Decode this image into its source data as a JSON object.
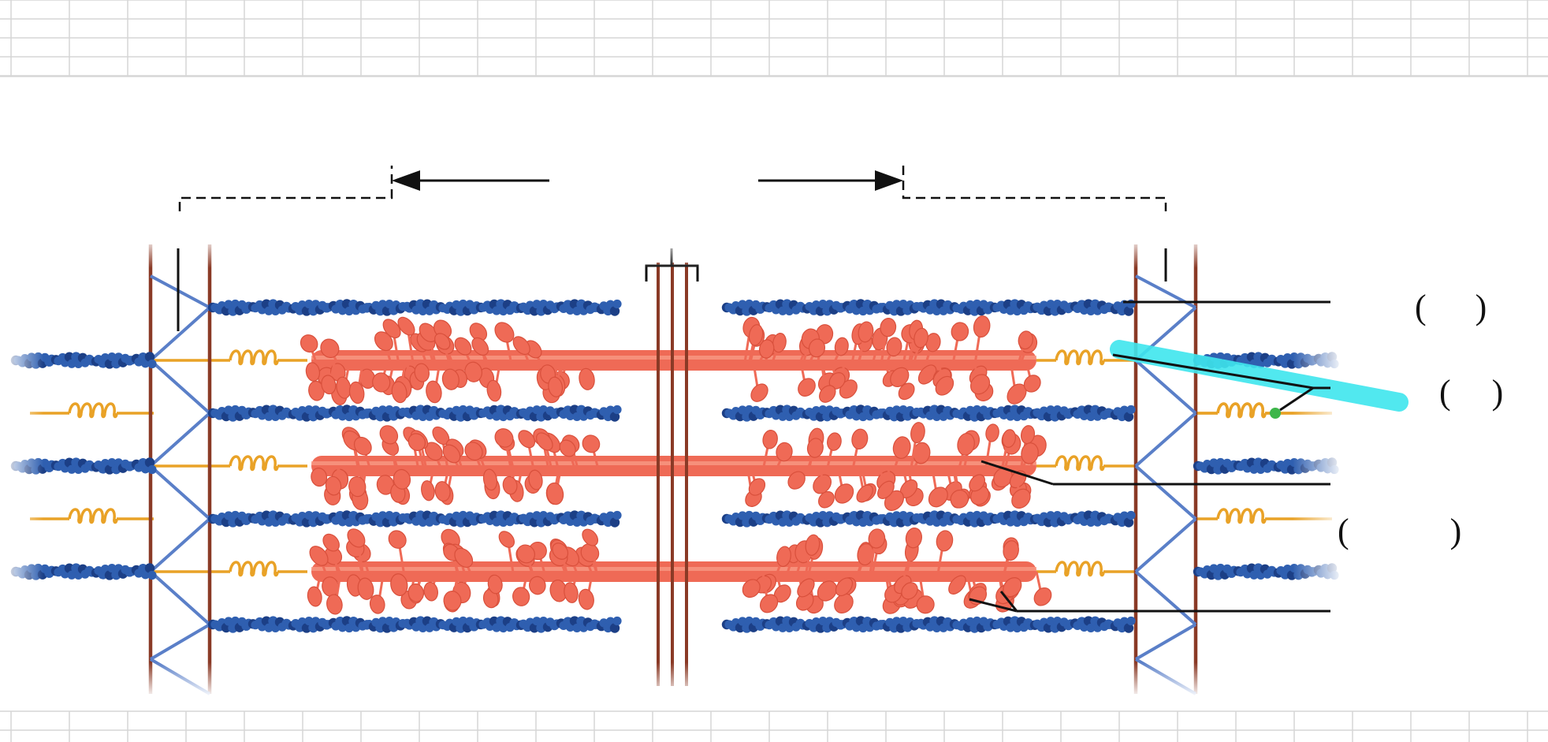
{
  "diagram": {
    "kind": "sarcomere-structure",
    "colors": {
      "background": "#ffffff",
      "grid": "#d6d6d6",
      "actin": "#2f5fb0",
      "actin_dark": "#1c3f86",
      "myosin": "#ef6a56",
      "myosin_light": "#f79a85",
      "titin": "#e9a227",
      "z_disc": "#8a3a26",
      "z_cross": "#5a7fc8",
      "leader_line": "#111111",
      "highlight": "#3fe6ee",
      "highlight_dot": "#3db64a"
    },
    "labels": {
      "right_label_1": {
        "open": "(",
        "close": ")"
      },
      "right_label_2": {
        "open": "(",
        "close": ")"
      },
      "right_label_3": {
        "open": "(",
        "close": ")"
      }
    },
    "components": [
      "actin-thin-filament",
      "myosin-thick-filament",
      "titin-elastic-filament",
      "z-disc",
      "m-line",
      "sarcomere-dimension-arrows"
    ]
  }
}
